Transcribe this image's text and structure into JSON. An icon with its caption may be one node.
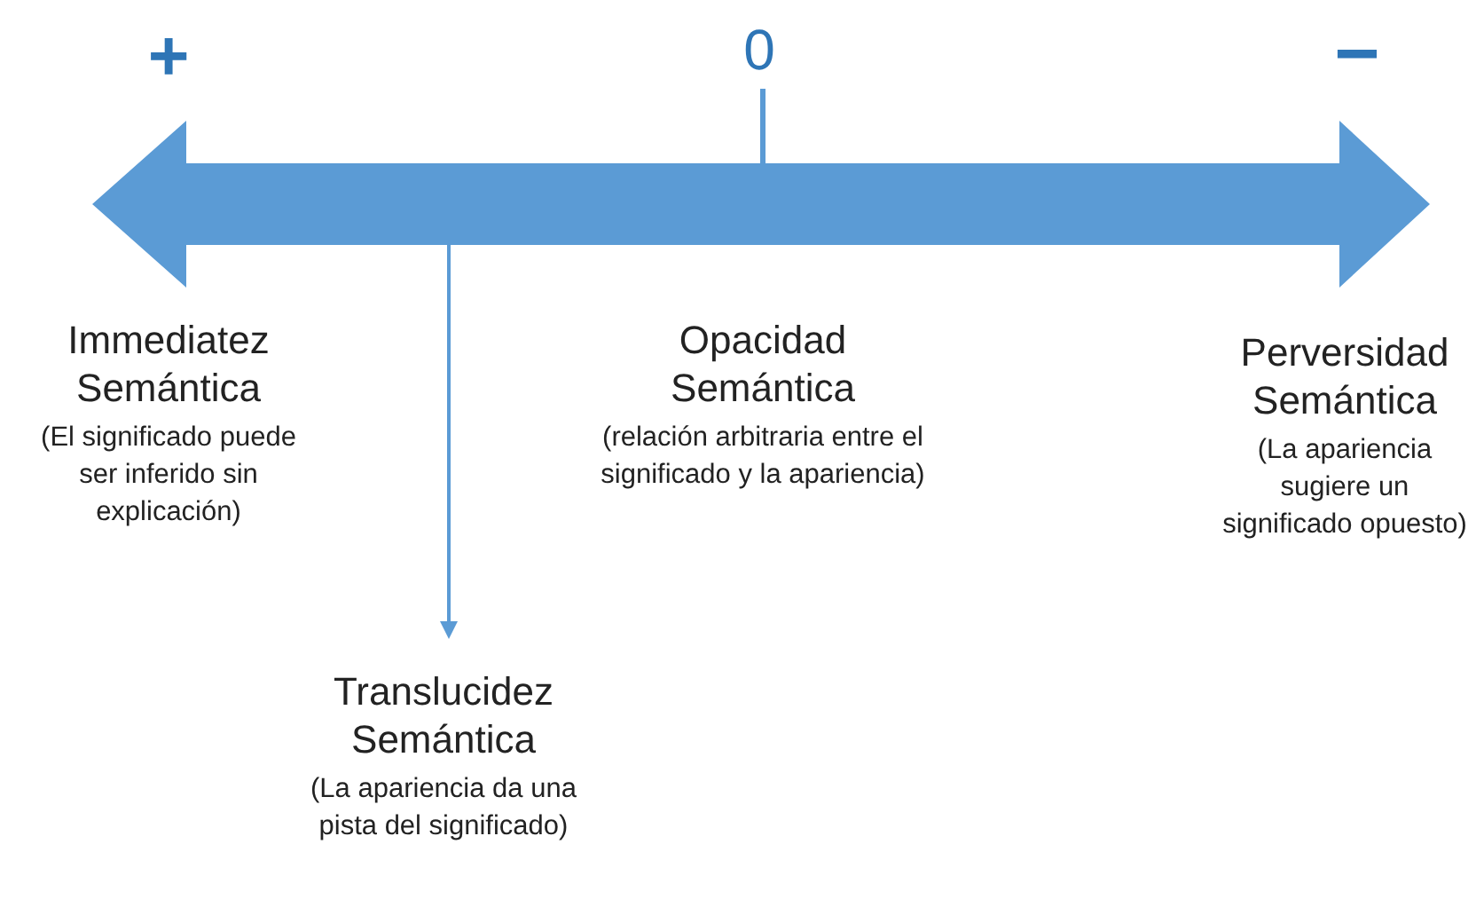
{
  "diagram": {
    "nodes": [
      {
        "text": [
          "Immediatez Semántica",
          "(El significado puede ser inferido sin explicación)"
        ]
      },
      {
        "text": [
          "Opacidad Semántica",
          "(relación arbitraria entre el significado y la apariencia)"
        ]
      },
      {
        "text": [
          "Perversidad Semántica",
          "(La apariencia sugiere un significado opuesto)"
        ]
      },
      {
        "text": [
          "Translucidez Semántica",
          "(La apariencia da una pista del significado)"
        ]
      }
    ],
    "edges": [
      {
        "from": null,
        "to": 3,
        "arrow": "to"
      }
    ],
    "labels": [
      "+",
      "0",
      "−"
    ]
  }
}
